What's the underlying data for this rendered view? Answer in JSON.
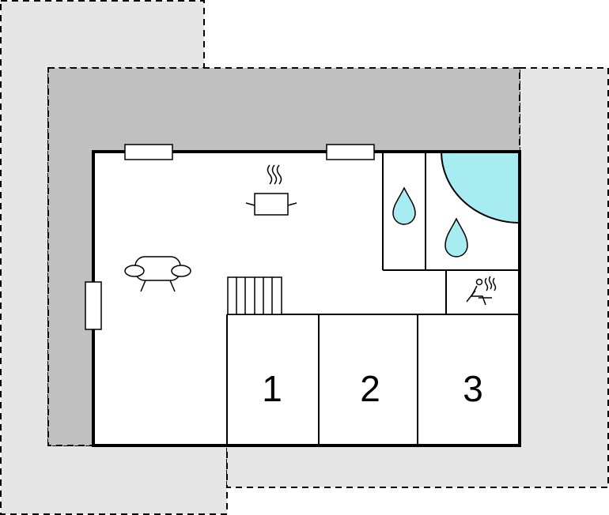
{
  "floorplan": {
    "rooms": [
      {
        "id": "bedroom-1",
        "label": "1"
      },
      {
        "id": "bedroom-2",
        "label": "2"
      },
      {
        "id": "bedroom-3",
        "label": "3"
      }
    ],
    "icons": {
      "kitchen": "cooking-pot-icon",
      "living": "armchair-icon",
      "bathroom": "water-drop-icon",
      "sauna": "sauna-icon",
      "stairs": "stairs-icon"
    },
    "colors": {
      "wall": "#000000",
      "terrace_light": "#e6e6e6",
      "terrace_dark": "#c0c0c0",
      "floor": "#ffffff",
      "water": "#a7ecf0"
    }
  }
}
